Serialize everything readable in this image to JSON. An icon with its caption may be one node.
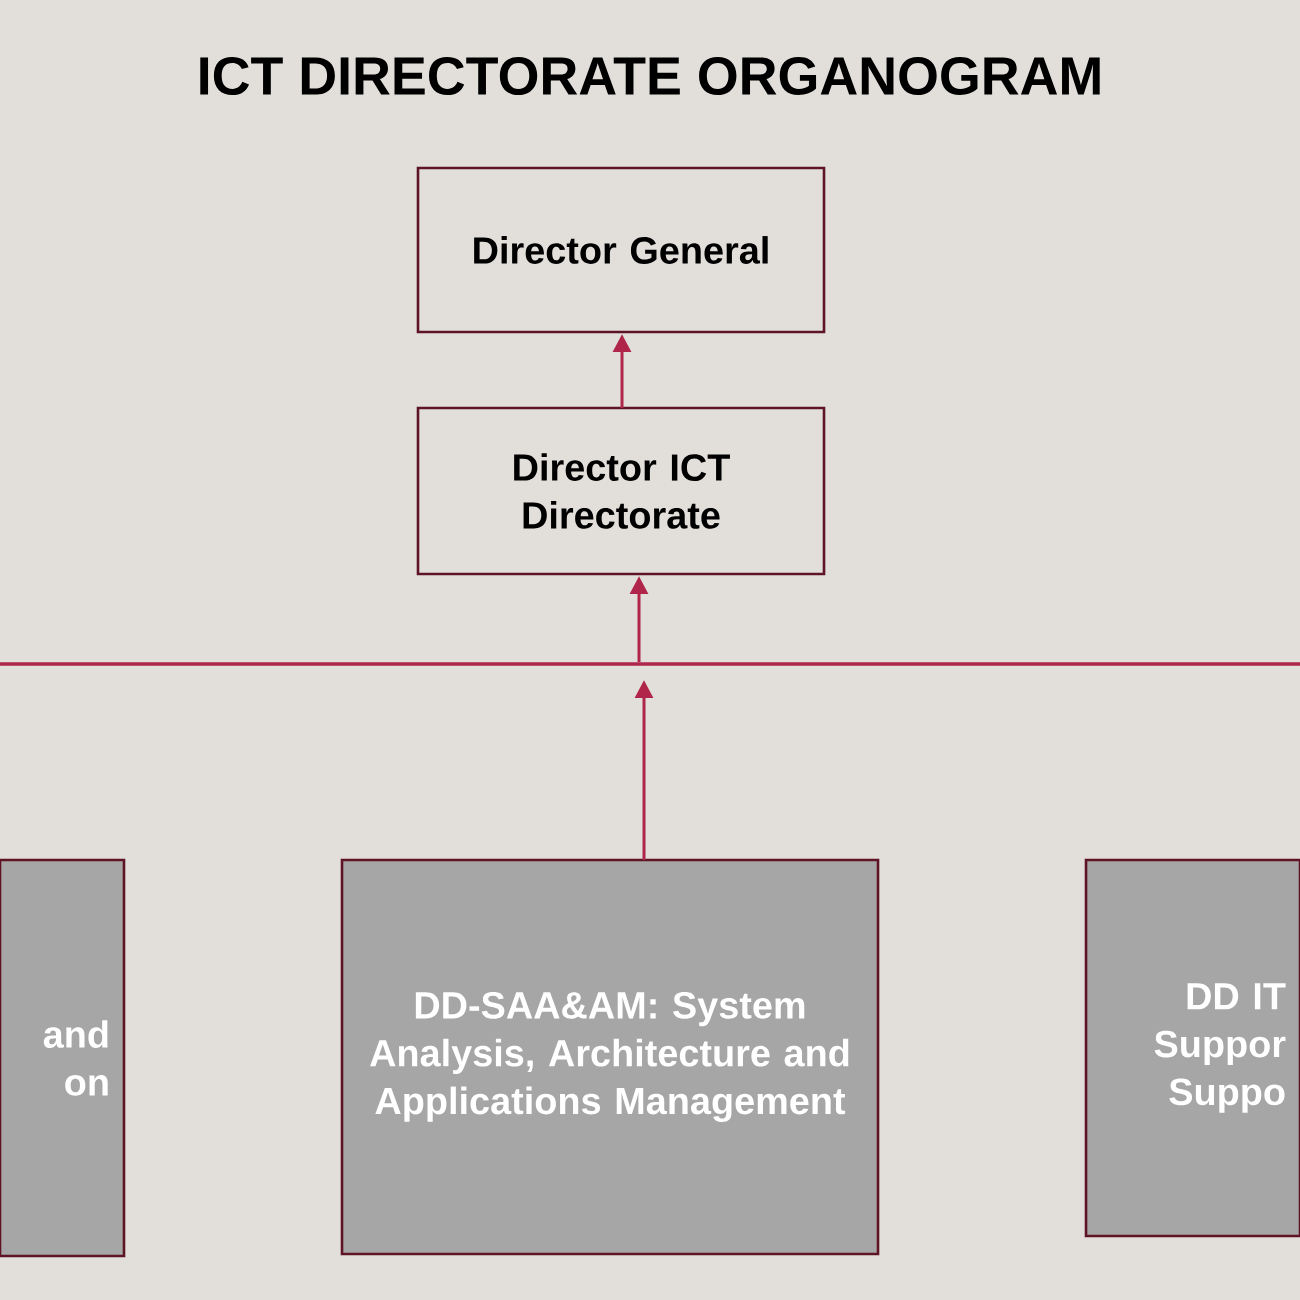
{
  "diagram": {
    "title": "ICT DIRECTORATE ORGANOGRAM",
    "nodes": [
      {
        "text": [
          "Director General"
        ]
      },
      {
        "text": [
          "Director ICT Directorate"
        ]
      },
      {
        "text": [
          "and on"
        ]
      },
      {
        "text": [
          "DD-SAA&AM: System Analysis, Architecture and Applications Management"
        ]
      },
      {
        "text": [
          "DD IT Suppor Suppo"
        ]
      },
      {
        "text": [],
        "shape": "bar"
      }
    ],
    "edges": [
      {
        "from": 1,
        "to": 0,
        "arrow": "to"
      },
      {
        "from": 5,
        "to": 1,
        "arrow": "to"
      },
      {
        "from": 3,
        "to": 5,
        "arrow": "to"
      }
    ]
  }
}
